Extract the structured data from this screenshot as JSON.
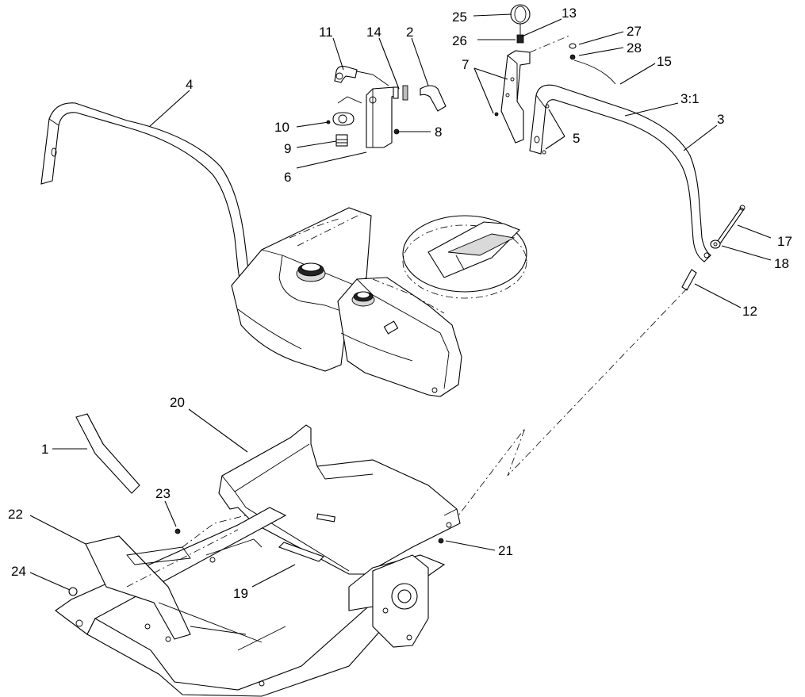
{
  "colors": {
    "line": "#000000",
    "background": "#ffffff",
    "shade": "#d9d9d9"
  },
  "callouts": [
    {
      "id": "c25",
      "text": "25"
    },
    {
      "id": "c13",
      "text": "13"
    },
    {
      "id": "c26",
      "text": "26"
    },
    {
      "id": "c27",
      "text": "27"
    },
    {
      "id": "c28",
      "text": "28"
    },
    {
      "id": "c11",
      "text": "11"
    },
    {
      "id": "c14",
      "text": "14"
    },
    {
      "id": "c2",
      "text": "2"
    },
    {
      "id": "c7",
      "text": "7"
    },
    {
      "id": "c15",
      "text": "15"
    },
    {
      "id": "c4",
      "text": "4"
    },
    {
      "id": "c31",
      "text": "3:1"
    },
    {
      "id": "c3",
      "text": "3"
    },
    {
      "id": "c10",
      "text": "10"
    },
    {
      "id": "c8",
      "text": "8"
    },
    {
      "id": "c5",
      "text": "5"
    },
    {
      "id": "c9",
      "text": "9"
    },
    {
      "id": "c6",
      "text": "6"
    },
    {
      "id": "c17",
      "text": "17"
    },
    {
      "id": "c18",
      "text": "18"
    },
    {
      "id": "c12",
      "text": "12"
    },
    {
      "id": "c20",
      "text": "20"
    },
    {
      "id": "c1",
      "text": "1"
    },
    {
      "id": "c23",
      "text": "23"
    },
    {
      "id": "c22",
      "text": "22"
    },
    {
      "id": "c21",
      "text": "21"
    },
    {
      "id": "c24",
      "text": "24"
    },
    {
      "id": "c19",
      "text": "19"
    }
  ]
}
